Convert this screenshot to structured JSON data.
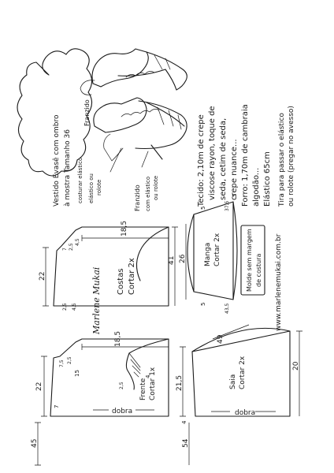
{
  "title_cloud": {
    "line1": "Vestido Evasê com ombro",
    "line2": "à mostra Tamanho 36"
  },
  "sketch_callouts": {
    "franzido": "Franzido",
    "costurar_elastico": "costurar elástico",
    "elastico_decote": "elástico ou",
    "rolote": "rolote",
    "com_elastico": "com elástico",
    "ou_rolote": "ou rolote"
  },
  "notes": {
    "tecido_1": "Tecido: 2,10m de crepe",
    "tecido_2": "viscose rayon, toque de",
    "tecido_3": "seda, cetim de seda,",
    "tecido_4": "crepe nuance...",
    "forro": "Forro: 1,70m de cambraia",
    "algodao": "algodão...",
    "elastico": "Elástico 65cm",
    "tira_1": "Tira para passar o elástico",
    "tira_2": "ou rolote (pregar no avesso)"
  },
  "molde_box": {
    "line1": "Molde sem margem",
    "line2": "de costura"
  },
  "website": "www.marlenemukai.com.br",
  "signature": "Marlene Mukai",
  "pieces": {
    "frente": {
      "label": "Frente",
      "cut": "Cortar 1x",
      "fold": "dobra",
      "dims": {
        "top": "18,5",
        "side_upper": "22",
        "side_lower": "45",
        "a": "7,5",
        "b": "2,5",
        "c": "15",
        "d": "7",
        "e": "4",
        "f": "2,5"
      }
    },
    "costas": {
      "label": "Costas",
      "cut": "Cortar 2x",
      "dims": {
        "top": "18,5",
        "side_upper": "22",
        "height": "41",
        "a": "2,5",
        "b": "4,5",
        "c": "7",
        "d": "2,5",
        "e": "4,5"
      }
    },
    "manga": {
      "label": "Manga",
      "cut": "Cortar 2x",
      "dims": {
        "width": "26",
        "left": "5",
        "right": "5",
        "top": "37,5",
        "bottom": "43,5",
        "height": "5"
      }
    },
    "saia": {
      "label": "Saia",
      "cut": "Cortar 2x",
      "fold": "dobra",
      "dims": {
        "height": "54",
        "side": "4",
        "top": "21,5",
        "hem": "49",
        "right": "20"
      }
    }
  }
}
